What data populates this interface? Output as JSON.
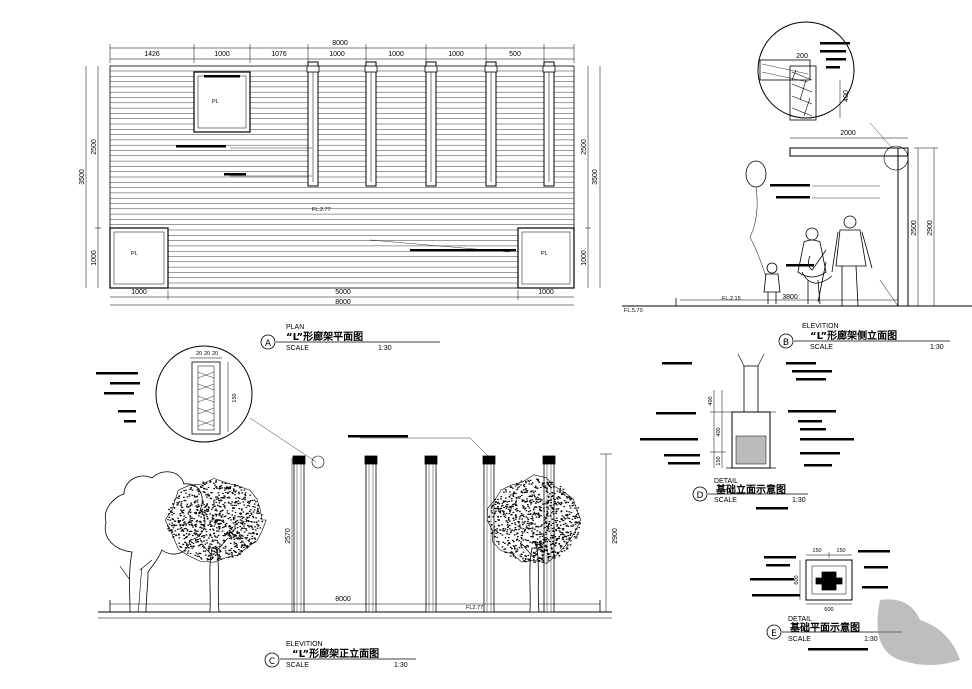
{
  "plan": {
    "dims_top": [
      "1426",
      "1000",
      "1076",
      "1000",
      "1000",
      "1000",
      "500"
    ],
    "overall_top": "8000",
    "dims_bottom": [
      "1000",
      "5000",
      "1000"
    ],
    "overall_bottom": "8000",
    "dim_left_total": "3500",
    "dim_left_parts": [
      "2500",
      "1000"
    ],
    "dim_right_total": "3500",
    "dim_right_parts": [
      "2500",
      "1000"
    ],
    "planter_label": "PL",
    "level": "FL.2.77",
    "tag": {
      "letter": "A",
      "type": "PLAN",
      "title": "“L”形廊架平面图",
      "scale_label": "SCALE",
      "scale": "1:30"
    }
  },
  "side_elev": {
    "dims": [
      "2000",
      "2500",
      "2900",
      "3800"
    ],
    "detail_dims": [
      "200",
      "400"
    ],
    "level_left": "FL.5.70",
    "level_right": "FL.2.15",
    "tag": {
      "letter": "B",
      "type": "ELEVITION",
      "title": "“L”形廊架侧立面图",
      "scale_label": "SCALE",
      "scale": "1:30"
    }
  },
  "front_elev": {
    "dims_height": [
      "2570",
      "2900"
    ],
    "dim_width": "8000",
    "detail_dims": [
      "20",
      "20",
      "20",
      "150"
    ],
    "level": "FL2.77",
    "tag": {
      "letter": "C",
      "type": "ELEVITION",
      "title": "“L”形廊架正立面图",
      "scale_label": "SCALE",
      "scale": "1:30"
    }
  },
  "detail_d": {
    "dims": [
      "400",
      "400",
      "150"
    ],
    "tag": {
      "letter": "D",
      "type": "DETAIL",
      "title": "基础立面示意图",
      "scale_label": "SCALE",
      "scale": "1:30"
    }
  },
  "detail_e": {
    "dims": [
      "150",
      "150",
      "600",
      "600"
    ],
    "tag": {
      "letter": "E",
      "type": "DETAIL",
      "title": "基础平面示意图",
      "scale_label": "SCALE",
      "scale": "1:30"
    }
  }
}
